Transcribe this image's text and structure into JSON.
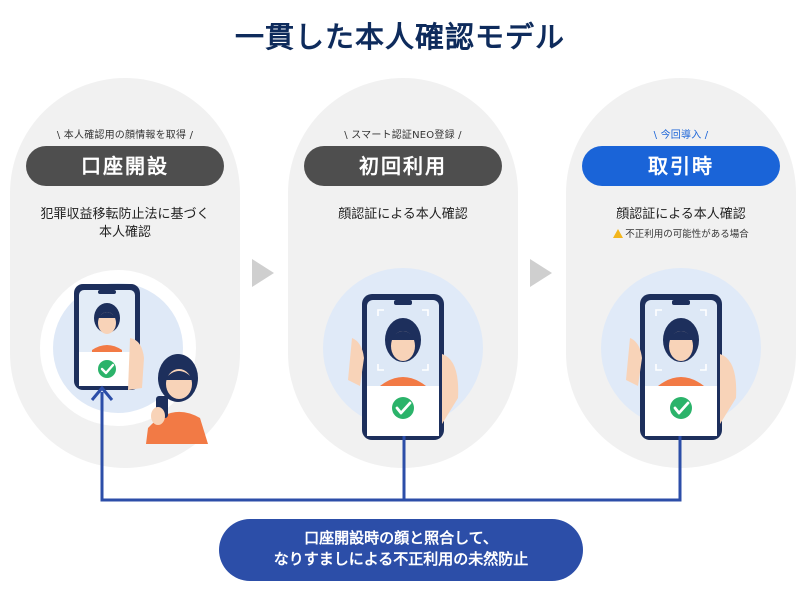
{
  "title": "一貫した本人確認モデル",
  "steps": [
    {
      "subtitle": "\\ 本人確認用の顔情報を取得 /",
      "label": "口座開設",
      "desc_line1": "犯罪収益移転防止法に基づく",
      "desc_line2": "本人確認"
    },
    {
      "subtitle": "\\ スマート認証NEO登録 /",
      "label": "初回利用",
      "desc_line1": "顔認証による本人確認"
    },
    {
      "subtitle": "\\ 今回導入 /",
      "label": "取引時",
      "desc_line1": "顔認証による本人確認",
      "note": "不正利用の可能性がある場合"
    }
  ],
  "bottom": {
    "line1": "口座開設時の顔と照合して、",
    "line2": "なりすましによる不正利用の未然防止"
  },
  "colors": {
    "title": "#0e2b5c",
    "pill_dark": "#4e4e4e",
    "pill_blue": "#1a64d8",
    "card_bg": "#f1f1f1",
    "flow_line": "#2c4ea8",
    "check_green": "#2bb36a",
    "warning": "#f2b51c"
  },
  "icons": [
    "play-arrow-icon",
    "check-icon",
    "warning-icon",
    "arrow-up-icon"
  ]
}
